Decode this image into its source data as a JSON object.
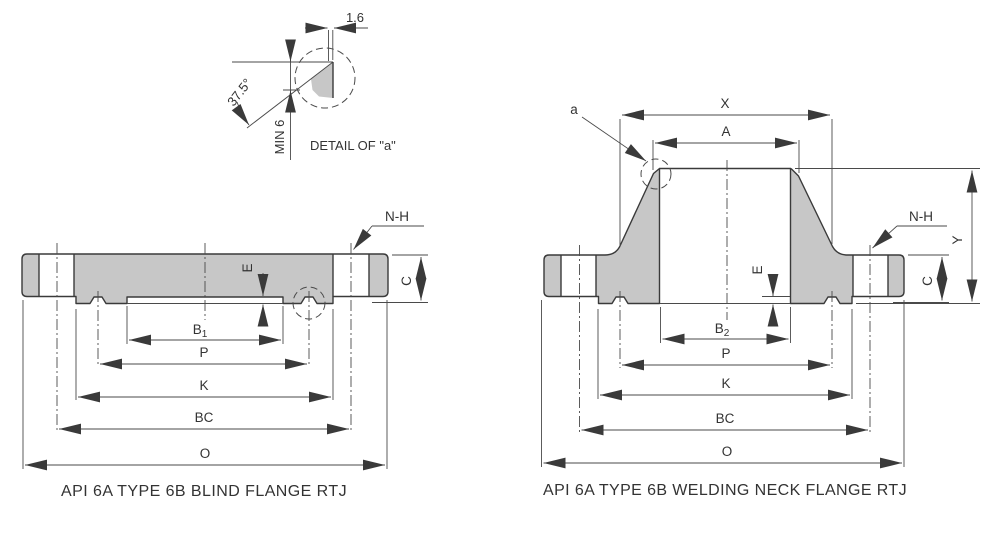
{
  "colors": {
    "line": "#3a3a3a",
    "fill_gray": "#c7c7c7",
    "background": "#ffffff",
    "text": "#333333"
  },
  "detail_inset": {
    "root_face_dim": "1.6",
    "bevel_angle": "37.5°",
    "min_depth": "MIN 6",
    "title": "DETAIL OF \"a\""
  },
  "left_view": {
    "caption": "API 6A TYPE 6B BLIND FLANGE RTJ",
    "labels": {
      "bolt_callout": "N-H",
      "groove_depth": "E",
      "thickness": "C",
      "bore_base": "B",
      "bore_sub": "1",
      "groove_pitch": "P",
      "raised_face": "K",
      "bolt_circle": "BC",
      "outside_dia": "O"
    }
  },
  "right_view": {
    "caption": "API 6A TYPE 6B WELDING NECK FLANGE RTJ",
    "labels": {
      "detail_ref": "a",
      "hub_base_dia": "X",
      "weld_end_dia": "A",
      "overall_length": "Y",
      "bolt_callout": "N-H",
      "groove_depth": "E",
      "thickness": "C",
      "bore_base": "B",
      "bore_sub": "2",
      "groove_pitch": "P",
      "raised_face": "K",
      "bolt_circle": "BC",
      "outside_dia": "O"
    }
  }
}
